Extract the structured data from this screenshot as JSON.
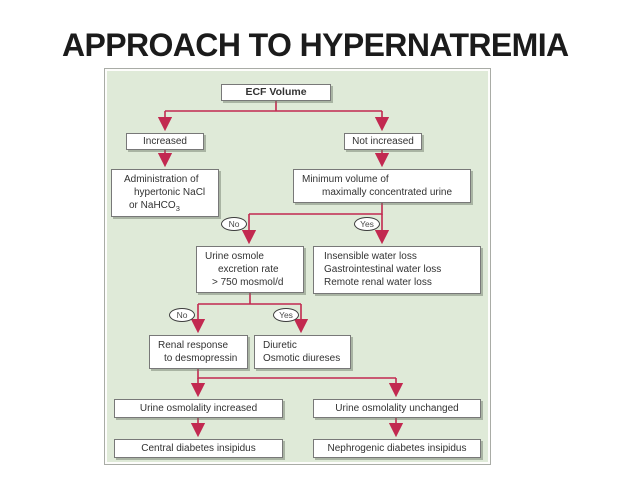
{
  "title": "APPROACH TO HYPERNATREMIA",
  "colors": {
    "connector": "#c22950",
    "panel_background": "#dfead8",
    "frame_border": "#a9aca6",
    "box_border": "#787878",
    "box_background": "#ffffff",
    "box_text": "#323232",
    "title_color": "#1b1b1b"
  },
  "flowchart": {
    "nodes": {
      "ecf": {
        "label": "ECF Volume"
      },
      "increased": {
        "label": "Increased"
      },
      "not_increased": {
        "label": "Not increased"
      },
      "administration": {
        "lines": [
          "Administration of",
          "hypertonic NaCl",
          "or NaHCO"
        ],
        "subscript": "3"
      },
      "min_volume": {
        "lines": [
          "Minimum volume of",
          "maximally concentrated urine"
        ]
      },
      "urine_osmole": {
        "lines": [
          "Urine osmole",
          "excretion rate",
          "> 750 mosmol/d"
        ]
      },
      "insensible": {
        "lines": [
          "Insensible water loss",
          "Gastrointestinal water loss",
          "Remote renal water loss"
        ]
      },
      "renal_response": {
        "lines": [
          "Renal response",
          "to desmopressin"
        ]
      },
      "diuretic": {
        "lines": [
          "Diuretic",
          "Osmotic diureses"
        ]
      },
      "uo_increased": {
        "label": "Urine osmolality increased"
      },
      "uo_unchanged": {
        "label": "Urine osmolality unchanged"
      },
      "central_di": {
        "label": "Central diabetes insipidus"
      },
      "nephrogenic_di": {
        "label": "Nephrogenic diabetes insipidus"
      }
    },
    "decisions": {
      "no1": "No",
      "yes1": "Yes",
      "no2": "No",
      "yes2": "Yes"
    }
  }
}
